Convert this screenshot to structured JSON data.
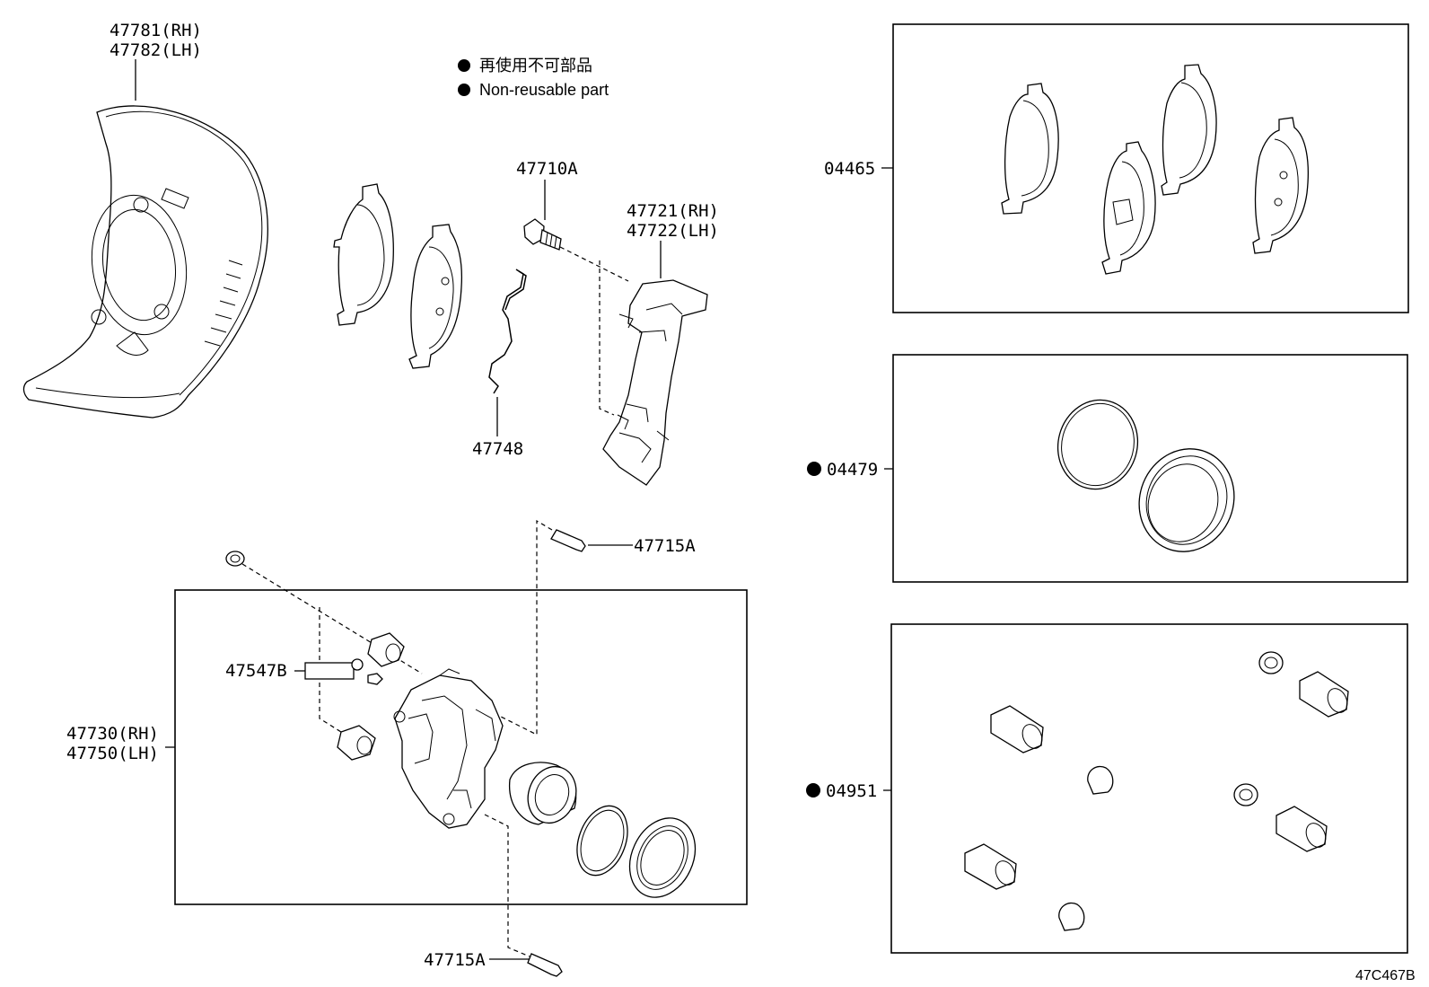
{
  "legend": {
    "ja": "再使用不可部品",
    "en": "Non-reusable part"
  },
  "labels": {
    "shield_rh": "47781(RH)",
    "shield_lh": "47782(LH)",
    "bolt": "47710A",
    "bracket_rh": "47721(RH)",
    "bracket_lh": "47722(LH)",
    "spring": "47748",
    "pin_top": "47715A",
    "pin_bottom": "47715A",
    "bleeder": "47547B",
    "caliper_rh": "47730(RH)",
    "caliper_lh": "47750(LH)",
    "pad_kit": "04465",
    "seal_kit": "04479",
    "boot_kit": "04951"
  },
  "diagram_code": "47C467B",
  "colors": {
    "line": "#000000",
    "background": "#ffffff"
  }
}
